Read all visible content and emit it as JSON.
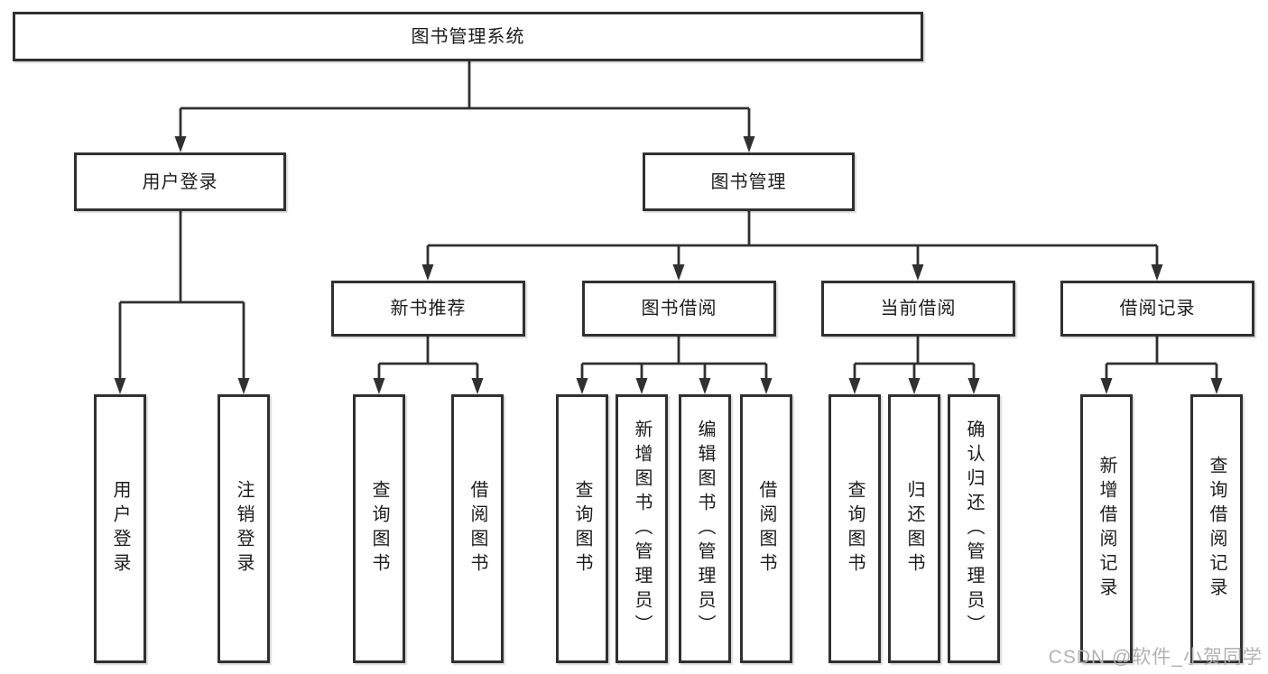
{
  "page": {
    "background": "#ffffff"
  },
  "colors": {
    "line": "#303030",
    "box_border": "#303030",
    "text": "#1c1c1c",
    "watermark_text": "#b3b1b1"
  },
  "diagram_type": "hierarchy-tree",
  "nodes": {
    "root": "图书管理系统",
    "user_login": "用户登录",
    "book_management": "图书管理",
    "new_book_recommend": "新书推荐",
    "book_borrow": "图书借阅",
    "current_borrow": "当前借阅",
    "borrow_record": "借阅记录",
    "leaf_user_login": "用户登录",
    "leaf_logout": "注销登录",
    "leaf_recommend_query_book": "查询图书",
    "leaf_recommend_borrow_book": "借阅图书",
    "leaf_borrow_query_book": "查询图书",
    "leaf_borrow_add_book": "新增图书（管理员）",
    "leaf_borrow_edit_book": "编辑图书（管理员）",
    "leaf_borrow_borrow_book": "借阅图书",
    "leaf_current_query_book": "查询图书",
    "leaf_current_return_book": "归还图书",
    "leaf_current_confirm_return": "确认归还（管理员）",
    "leaf_record_add_record": "新增借阅记录",
    "leaf_record_query_record": "查询借阅记录"
  },
  "watermark": "CSDN @软件_小贺同学"
}
